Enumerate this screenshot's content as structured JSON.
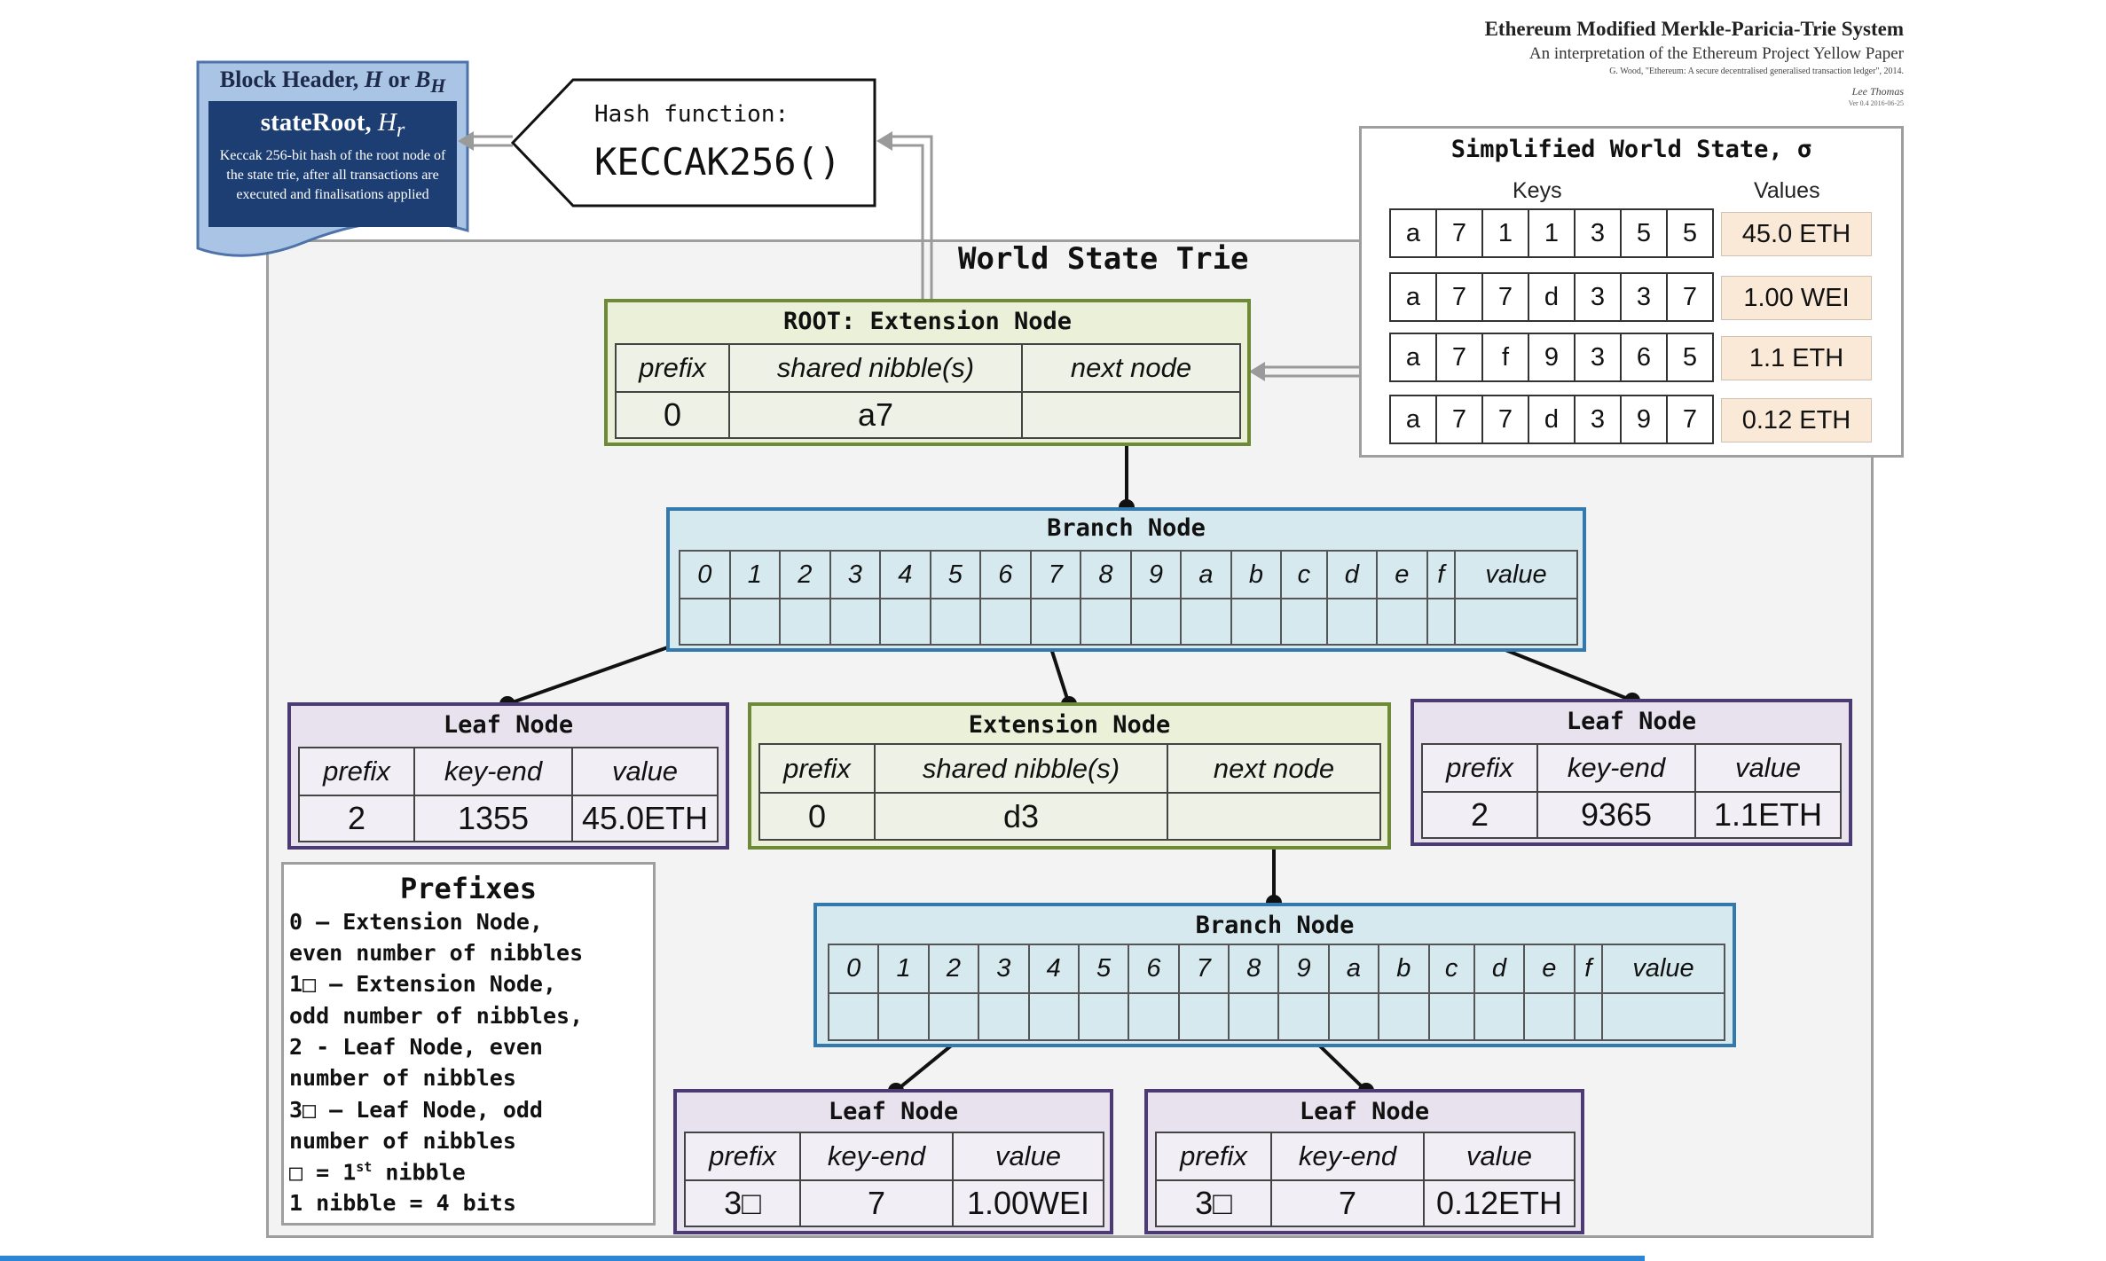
{
  "header": {
    "title": "Ethereum Modified Merkle-Paricia-Trie System",
    "subtitle": "An interpretation of the Ethereum Project Yellow Paper",
    "citation": "G. Wood, \"Ethereum: A secure decentralised generalised transaction ledger\", 2014.",
    "author": "Lee Thomas",
    "version": "Ver 0.4 2016-06-25"
  },
  "block_header": {
    "title_prefix": "Block Header, ",
    "title_h": "H",
    "title_or": " or ",
    "title_b": "B",
    "title_bsub": "H",
    "stateroot_label": "stateRoot, ",
    "stateroot_h": "H",
    "stateroot_sub": "r",
    "description": "Keccak 256-bit hash of the root node of the state trie, after all transactions are executed and finalisations applied"
  },
  "hash_function": {
    "label": "Hash function:",
    "name": "KECCAK256()"
  },
  "trie_title": "World State Trie",
  "world_state": {
    "title": "Simplified World State, σ",
    "keys_header": "Keys",
    "values_header": "Values",
    "rows": [
      {
        "key": [
          "a",
          "7",
          "1",
          "1",
          "3",
          "5",
          "5"
        ],
        "value": "45.0 ETH"
      },
      {
        "key": [
          "a",
          "7",
          "7",
          "d",
          "3",
          "3",
          "7"
        ],
        "value": "1.00 WEI"
      },
      {
        "key": [
          "a",
          "7",
          "f",
          "9",
          "3",
          "6",
          "5"
        ],
        "value": "1.1 ETH"
      },
      {
        "key": [
          "a",
          "7",
          "7",
          "d",
          "3",
          "9",
          "7"
        ],
        "value": "0.12 ETH"
      }
    ]
  },
  "root_node": {
    "title": "ROOT: Extension Node",
    "headers": [
      "prefix",
      "shared nibble(s)",
      "next node"
    ],
    "prefix": "0",
    "shared": "a7"
  },
  "branch_node_1": {
    "title": "Branch Node",
    "slots": [
      "0",
      "1",
      "2",
      "3",
      "4",
      "5",
      "6",
      "7",
      "8",
      "9",
      "a",
      "b",
      "c",
      "d",
      "e",
      "f"
    ],
    "value_label": "value"
  },
  "leaf_node_1": {
    "title": "Leaf Node",
    "headers": [
      "prefix",
      "key-end",
      "value"
    ],
    "prefix": "2",
    "key_end": "1355",
    "value": "45.0ETH"
  },
  "ext_node_2": {
    "title": "Extension Node",
    "headers": [
      "prefix",
      "shared nibble(s)",
      "next node"
    ],
    "prefix": "0",
    "shared": "d3"
  },
  "leaf_node_2": {
    "title": "Leaf Node",
    "headers": [
      "prefix",
      "key-end",
      "value"
    ],
    "prefix": "2",
    "key_end": "9365",
    "value": "1.1ETH"
  },
  "branch_node_2": {
    "title": "Branch Node",
    "slots": [
      "0",
      "1",
      "2",
      "3",
      "4",
      "5",
      "6",
      "7",
      "8",
      "9",
      "a",
      "b",
      "c",
      "d",
      "e",
      "f"
    ],
    "value_label": "value"
  },
  "leaf_node_3": {
    "title": "Leaf Node",
    "headers": [
      "prefix",
      "key-end",
      "value"
    ],
    "prefix": "3□",
    "key_end": "7",
    "value": "1.00WEI"
  },
  "leaf_node_4": {
    "title": "Leaf Node",
    "headers": [
      "prefix",
      "key-end",
      "value"
    ],
    "prefix": "3□",
    "key_end": "7",
    "value": "0.12ETH"
  },
  "prefixes": {
    "title": "Prefixes",
    "lines": [
      "0 – Extension Node,",
      "even number of nibbles",
      "1□ – Extension Node,",
      "odd number of nibbles,",
      "2 - Leaf Node, even",
      "number of nibbles",
      "3□ – Leaf Node, odd",
      "number of nibbles"
    ],
    "nibble_note_pre": "□ = 1",
    "nibble_note_sup": "st",
    "nibble_note_post": " nibble",
    "bits_note": "1 nibble = 4 bits"
  }
}
